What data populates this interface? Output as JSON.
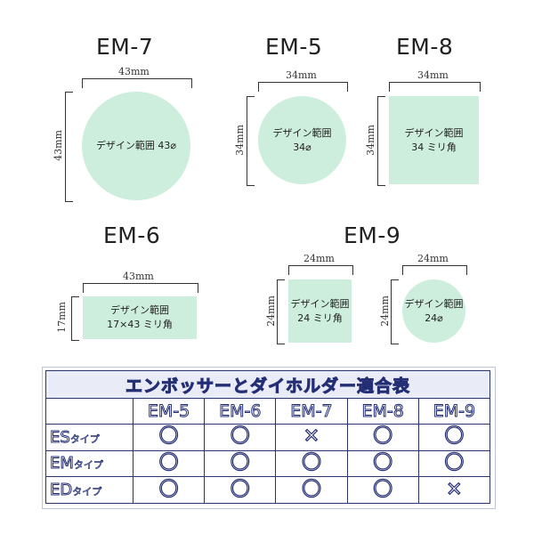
{
  "stamps": {
    "em7": {
      "title": "EM-7",
      "width": "43mm",
      "height": "43mm",
      "text1": "デザイン範囲 43⌀",
      "text2": ""
    },
    "em5": {
      "title": "EM-5",
      "width": "34mm",
      "height": "34mm",
      "text1": "デザイン範囲",
      "text2": "34⌀"
    },
    "em8": {
      "title": "EM-8",
      "width": "34mm",
      "height": "34mm",
      "text1": "デザイン範囲",
      "text2": "34 ミリ角"
    },
    "em6": {
      "title": "EM-6",
      "width": "43mm",
      "height": "17mm",
      "text1": "デザイン範囲",
      "text2": "17×43 ミリ角"
    },
    "em9a": {
      "title": "EM-9",
      "width": "24mm",
      "height": "24mm",
      "text1": "デザイン範囲",
      "text2": "24 ミリ角"
    },
    "em9b": {
      "width": "24mm",
      "height": "24mm",
      "text1": "デザイン範囲",
      "text2": "24⌀"
    }
  },
  "table": {
    "title": "エンボッサーとダイホルダー適合表",
    "columns": [
      "EM-5",
      "EM-6",
      "EM-7",
      "EM-8",
      "EM-9"
    ],
    "rows": [
      {
        "prefix": "ES",
        "suffix": "タイプ",
        "cells": [
          "〇",
          "〇",
          "✕",
          "〇",
          "〇"
        ]
      },
      {
        "prefix": "EM",
        "suffix": "タイプ",
        "cells": [
          "〇",
          "〇",
          "〇",
          "〇",
          "〇"
        ]
      },
      {
        "prefix": "ED",
        "suffix": "タイプ",
        "cells": [
          "〇",
          "〇",
          "〇",
          "〇",
          "✕"
        ]
      }
    ]
  },
  "colors": {
    "shape_fill": "#cdeedd",
    "table_outline": "#232e75",
    "header_fill": "#e9ecf7"
  }
}
